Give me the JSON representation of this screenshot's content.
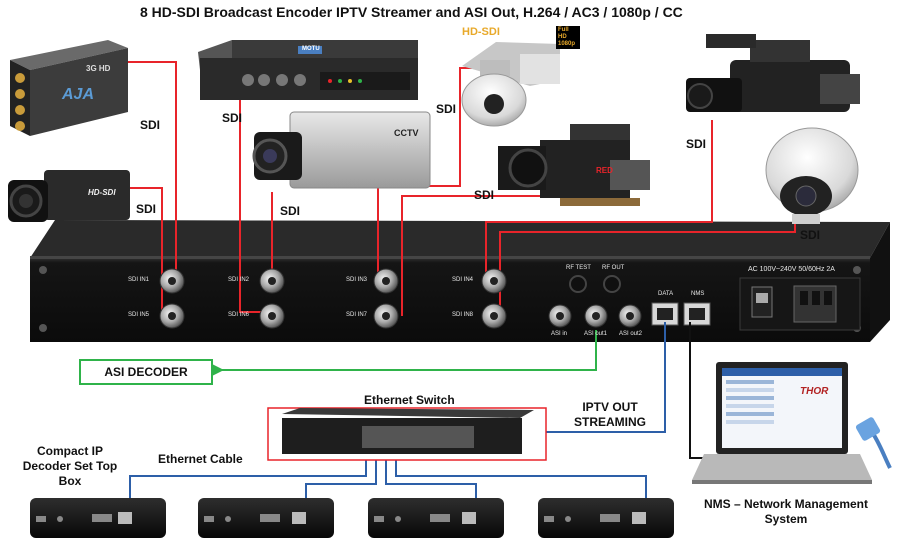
{
  "title": "8 HD-SDI Broadcast Encoder IPTV Streamer and ASI Out, H.264 / AC3 / 1080p / CC",
  "sdi_label": "SDI",
  "devices": {
    "aja_brand": "AJA",
    "aja_model": "3G HD",
    "hdsdi_cam_tag": "HD-SDI",
    "cctv_tag": "CCTV",
    "hd_sdi_title": "HD-SDI",
    "full_hd_badge": "Full HD 1080p",
    "cinema_brand": "RED",
    "recorder_brand": "MOTU"
  },
  "encoder": {
    "inputs": [
      "SDI IN1",
      "SDI IN2",
      "SDI IN3",
      "SDI IN4",
      "SDI IN5",
      "SDI IN6",
      "SDI IN7",
      "SDI IN8"
    ],
    "rf_test": "RF TEST",
    "rf_out": "RF OUT",
    "asi_in": "ASI in",
    "asi_out1": "ASI out1",
    "asi_out2": "ASI out2",
    "data": "DATA",
    "nms": "NMS",
    "power": "AC 100V~240V 50/60Hz 2A"
  },
  "asi_decoder": "ASI DECODER",
  "ethernet_switch": "Ethernet Switch",
  "iptv_out": [
    "IPTV OUT",
    "STREAMING"
  ],
  "ethernet_cable": "Ethernet Cable",
  "compact_decoder": [
    "Compact IP",
    "Decoder Set Top",
    "Box"
  ],
  "nms_label": [
    "NMS – Network Management",
    "System"
  ],
  "laptop_logo": "THOR",
  "colors": {
    "sdi_line": "#e8242a",
    "asi_line": "#2fb34a",
    "net_line": "#2d5fa8",
    "chassis": "#1c1c1c"
  }
}
